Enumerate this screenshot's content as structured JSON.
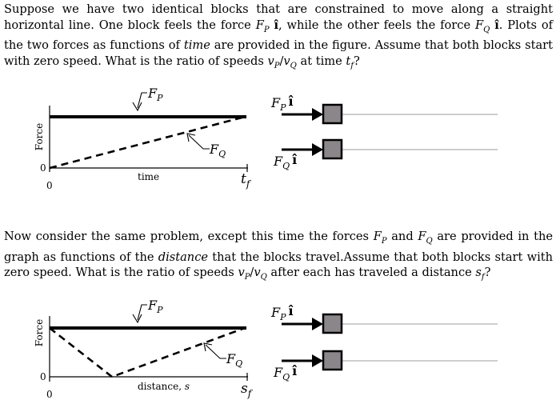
{
  "problem1": {
    "segments": [
      {
        "t": "Suppose we have two identical blocks that are constrained to move along a straight horizontal line. One block feels the force "
      },
      {
        "t": "F",
        "it": true
      },
      {
        "t": "P",
        "it": true,
        "sub": true
      },
      {
        "t": " ",
        "it": false
      },
      {
        "t": "ı̂",
        "b": true
      },
      {
        "t": ", while the other feels the force "
      },
      {
        "t": "F",
        "it": true
      },
      {
        "t": "Q",
        "it": true,
        "sub": true
      },
      {
        "t": " "
      },
      {
        "t": "ı̂",
        "b": true
      },
      {
        "t": ". Plots of the two forces as functions of "
      },
      {
        "t": "time",
        "it": true
      },
      {
        "t": " are provided in the figure. Assume that both blocks start with zero speed. What is the ratio of speeds "
      },
      {
        "t": "v",
        "it": true
      },
      {
        "t": "P",
        "it": true,
        "sub": true
      },
      {
        "t": "/"
      },
      {
        "t": "v",
        "it": true
      },
      {
        "t": "Q",
        "it": true,
        "sub": true
      },
      {
        "t": " at time "
      },
      {
        "t": "t",
        "it": true
      },
      {
        "t": "f",
        "it": true,
        "sub": true
      },
      {
        "t": "?"
      }
    ]
  },
  "problem2": {
    "segments": [
      {
        "t": "Now consider the same problem, except this time the forces "
      },
      {
        "t": "F",
        "it": true
      },
      {
        "t": "P",
        "it": true,
        "sub": true
      },
      {
        "t": " and "
      },
      {
        "t": "F",
        "it": true
      },
      {
        "t": "Q",
        "it": true,
        "sub": true
      },
      {
        "t": " are provided in the graph as functions of the "
      },
      {
        "t": "distance",
        "it": true
      },
      {
        "t": " that the blocks travel.Assume that both blocks start with zero speed. What is the ratio of speeds "
      },
      {
        "t": "v",
        "it": true
      },
      {
        "t": "P",
        "it": true,
        "sub": true
      },
      {
        "t": "/"
      },
      {
        "t": "v",
        "it": true
      },
      {
        "t": "Q",
        "it": true,
        "sub": true
      },
      {
        "t": " after each has traveled a distance "
      },
      {
        "t": "s",
        "it": true
      },
      {
        "t": "f",
        "it": true,
        "sub": true
      },
      {
        "t": "?"
      }
    ]
  },
  "graph1": {
    "ylabel": "Force",
    "y0": "0",
    "x0": "0",
    "xlabel": "time",
    "xend": "t",
    "xend_sub": "f",
    "fp_label": "F",
    "fp_sub": "P",
    "fq_label": "F",
    "fq_sub": "Q",
    "blockP_label": "F",
    "blockP_sub": "P",
    "blockQ_label": "F",
    "blockQ_sub": "Q",
    "unit_vector": "ı̂"
  },
  "graph2": {
    "ylabel": "Force",
    "y0": "0",
    "x0": "0",
    "xlabel": "distance, ",
    "xlabel_var": "s",
    "xend": "s",
    "xend_sub": "f",
    "fp_label": "F",
    "fp_sub": "P",
    "fq_label": "F",
    "fq_sub": "Q",
    "blockP_label": "F",
    "blockP_sub": "P",
    "blockQ_label": "F",
    "blockQ_sub": "Q",
    "unit_vector": "ı̂"
  },
  "colors": {
    "block_fill": "#8a868a",
    "track": "#b0b0b0"
  }
}
